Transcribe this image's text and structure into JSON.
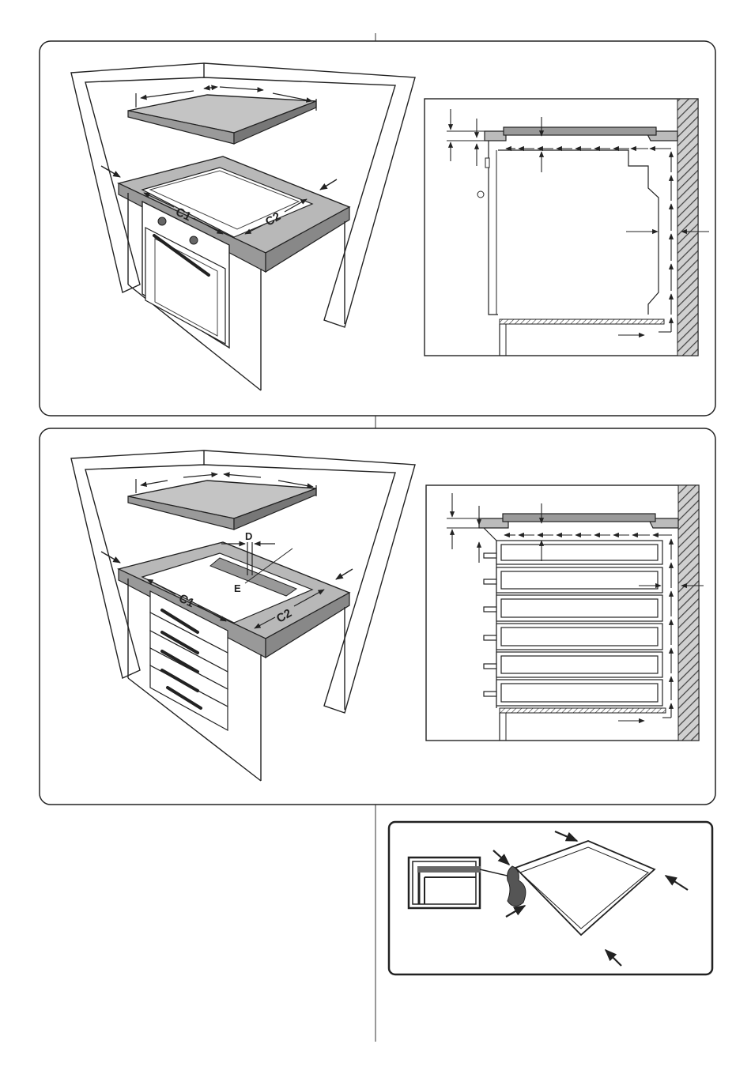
{
  "panels": {
    "top": {
      "labels": {
        "c1": "C1",
        "c2": "C2"
      }
    },
    "middle": {
      "labels": {
        "c1": "C1",
        "c2": "C2",
        "d": "D",
        "e": "E"
      }
    },
    "bottom": {}
  },
  "colors": {
    "line": "#222222",
    "countertop": "#b8b8b8",
    "hob": "#9a9a9a",
    "wall_hatch": "#555555"
  }
}
